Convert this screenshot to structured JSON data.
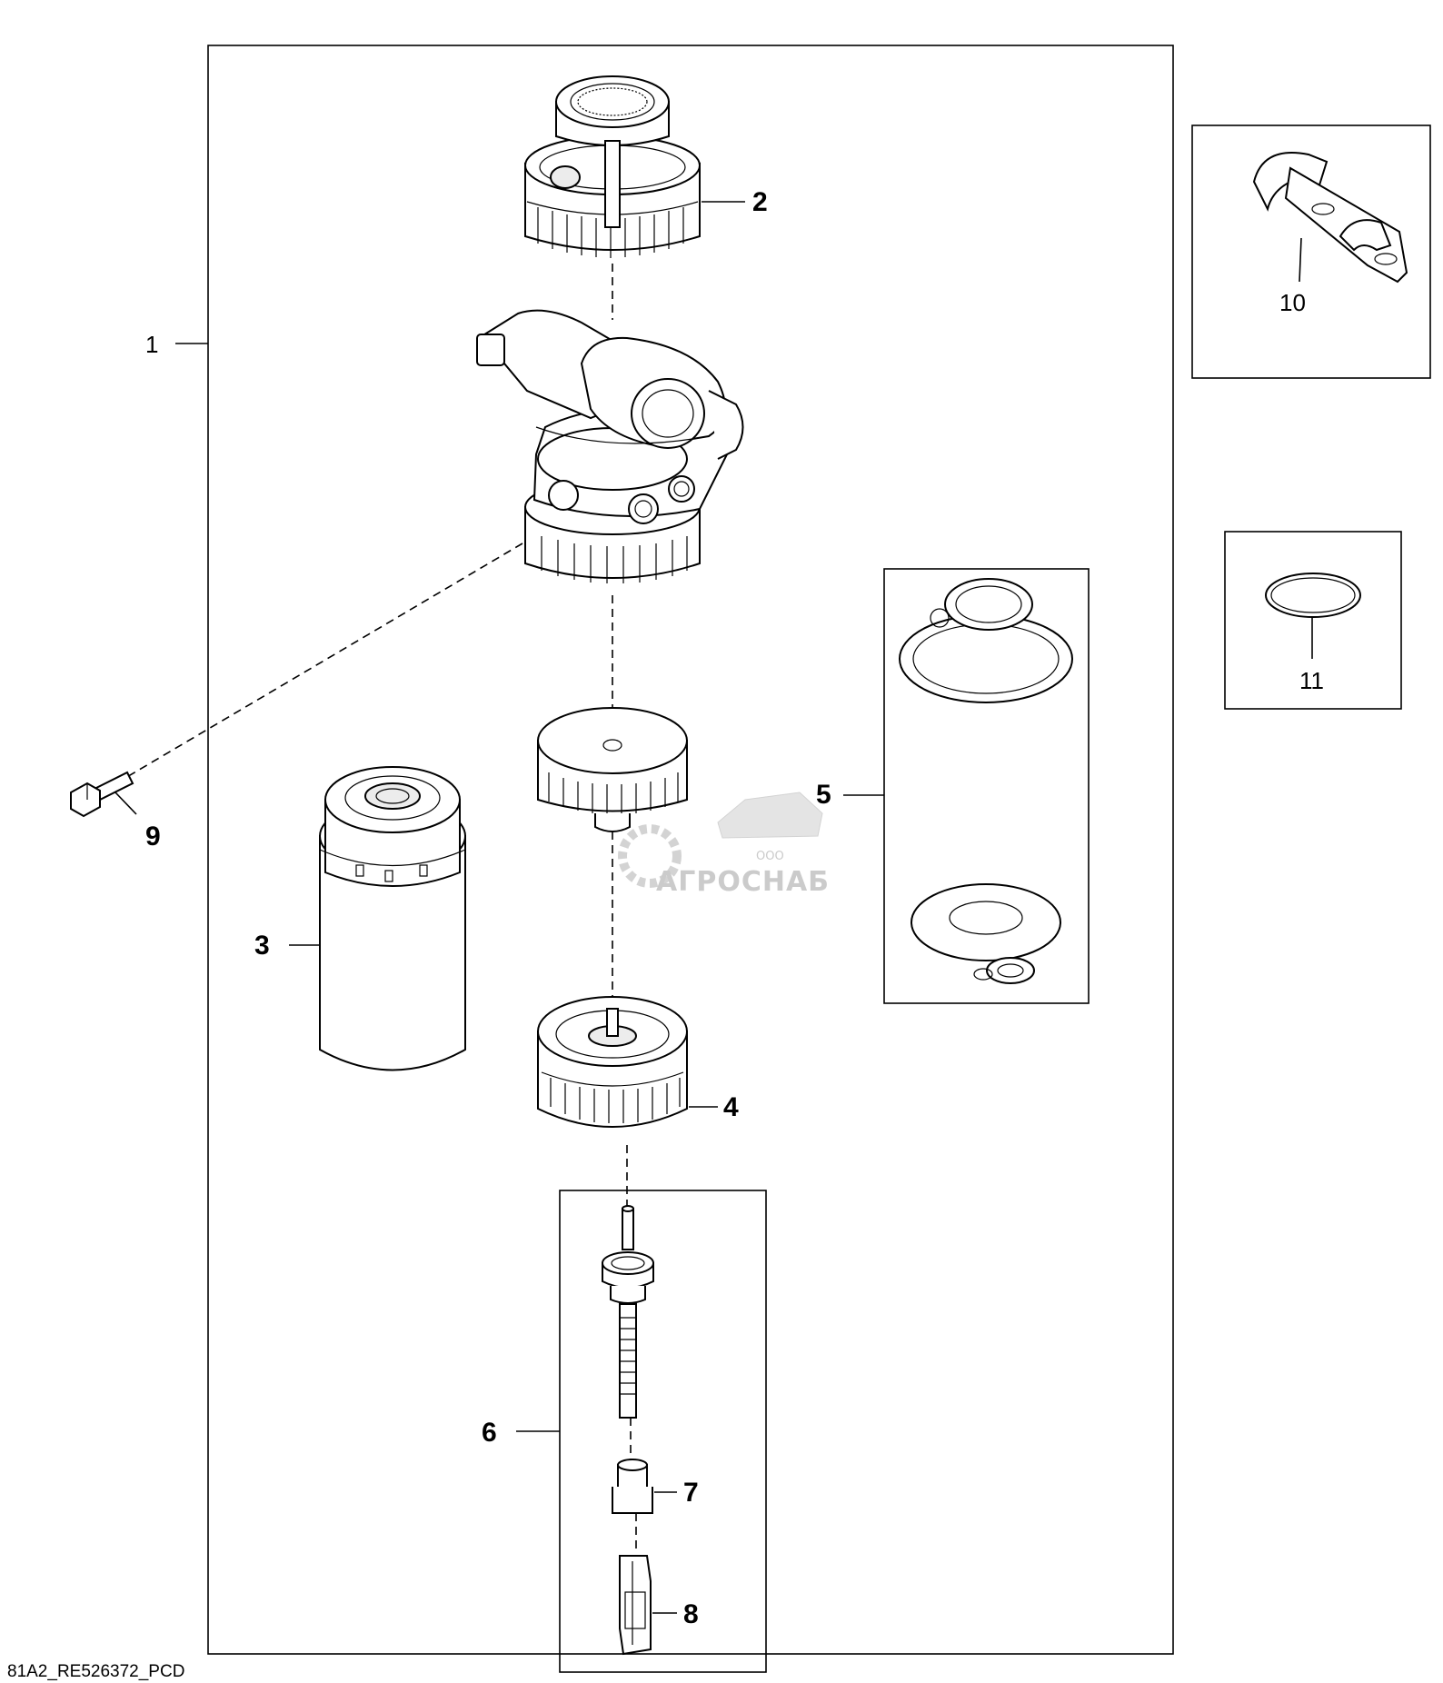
{
  "diagram": {
    "callouts": {
      "c1": "1",
      "c2": "2",
      "c3": "3",
      "c4": "4",
      "c5": "5",
      "c6": "6",
      "c7": "7",
      "c8": "8",
      "c9": "9",
      "c10": "10",
      "c11": "11"
    },
    "drawing_id": "81A2_RE526372_PCD",
    "watermark": {
      "brand": "АГРОСНАБ",
      "prefix": "ООО"
    }
  }
}
